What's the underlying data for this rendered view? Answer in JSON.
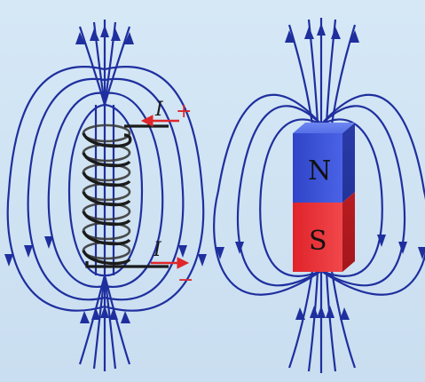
{
  "solenoid": {
    "current_label_top": "I",
    "current_label_bottom": "I",
    "terminal_positive": "+",
    "terminal_negative": "−"
  },
  "magnet": {
    "north_label": "N",
    "south_label": "S"
  },
  "colors": {
    "field_lines": "#1f2f9e",
    "north": "#3a4fd6",
    "south": "#e2262c",
    "current_arrow": "#e0262a",
    "background": "#cfe3f3"
  },
  "icons": [
    "current-arrow-icon",
    "field-arrow-icon"
  ]
}
